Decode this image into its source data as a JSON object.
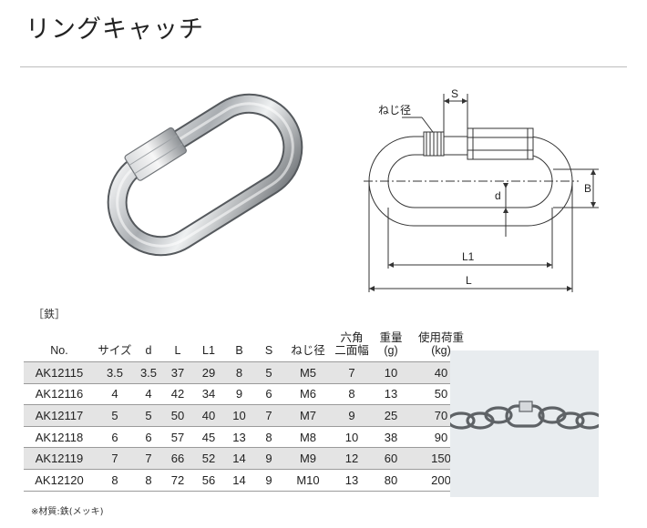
{
  "title": "リングキャッチ",
  "material_label": "［鉄］",
  "diagram": {
    "thread_label": "ねじ径",
    "S": "S",
    "B": "B",
    "d": "d",
    "L1": "L1",
    "L": "L"
  },
  "table": {
    "headers": {
      "no": "No.",
      "size": "サイズ",
      "d": "d",
      "L": "L",
      "L1": "L1",
      "B": "B",
      "S": "S",
      "thread": "ねじ径",
      "hex_line1": "六角",
      "hex_line2": "二面幅",
      "weight_line1": "重量",
      "weight_line2": "(g)",
      "load_line1": "使用荷重",
      "load_line2": "(kg)"
    },
    "rows": [
      {
        "no": "AK12115",
        "size": "3.5",
        "d": "3.5",
        "L": "37",
        "L1": "29",
        "B": "8",
        "S": "5",
        "thread": "M5",
        "hex": "7",
        "weight": "10",
        "load": "40"
      },
      {
        "no": "AK12116",
        "size": "4",
        "d": "4",
        "L": "42",
        "L1": "34",
        "B": "9",
        "S": "6",
        "thread": "M6",
        "hex": "8",
        "weight": "13",
        "load": "50"
      },
      {
        "no": "AK12117",
        "size": "5",
        "d": "5",
        "L": "50",
        "L1": "40",
        "B": "10",
        "S": "7",
        "thread": "M7",
        "hex": "9",
        "weight": "25",
        "load": "70"
      },
      {
        "no": "AK12118",
        "size": "6",
        "d": "6",
        "L": "57",
        "L1": "45",
        "B": "13",
        "S": "8",
        "thread": "M8",
        "hex": "10",
        "weight": "38",
        "load": "90"
      },
      {
        "no": "AK12119",
        "size": "7",
        "d": "7",
        "L": "66",
        "L1": "52",
        "B": "14",
        "S": "9",
        "thread": "M9",
        "hex": "12",
        "weight": "60",
        "load": "150"
      },
      {
        "no": "AK12120",
        "size": "8",
        "d": "8",
        "L": "72",
        "L1": "56",
        "B": "14",
        "S": "9",
        "thread": "M10",
        "hex": "13",
        "weight": "80",
        "load": "200"
      }
    ]
  },
  "footnote": "※材質:鉄(メッキ)"
}
